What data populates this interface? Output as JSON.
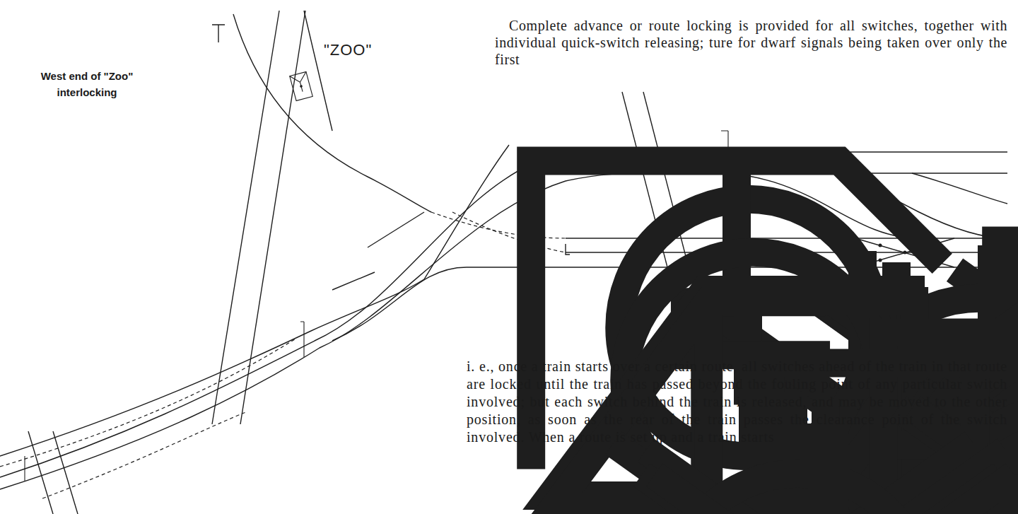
{
  "diagram": {
    "labels": [
      "West end of \"Zoo\" interlocking",
      "\"ZOO\"",
      "Complete advance or route locking is provided for all switches, together with individual quick-switch releasing; ture for dwarf signals being taken over only the first",
      "i. e., once a train starts over a certain route, all switches ahead of the train in that route are locked until the train has passed beyond the fouling point of any particular switch involved; but each switch behind the train is released, and may be moved to the other position, as soon as the rear of the train passes the clearance point of the switch involved. When a route is set up and a train starts"
    ]
  }
}
